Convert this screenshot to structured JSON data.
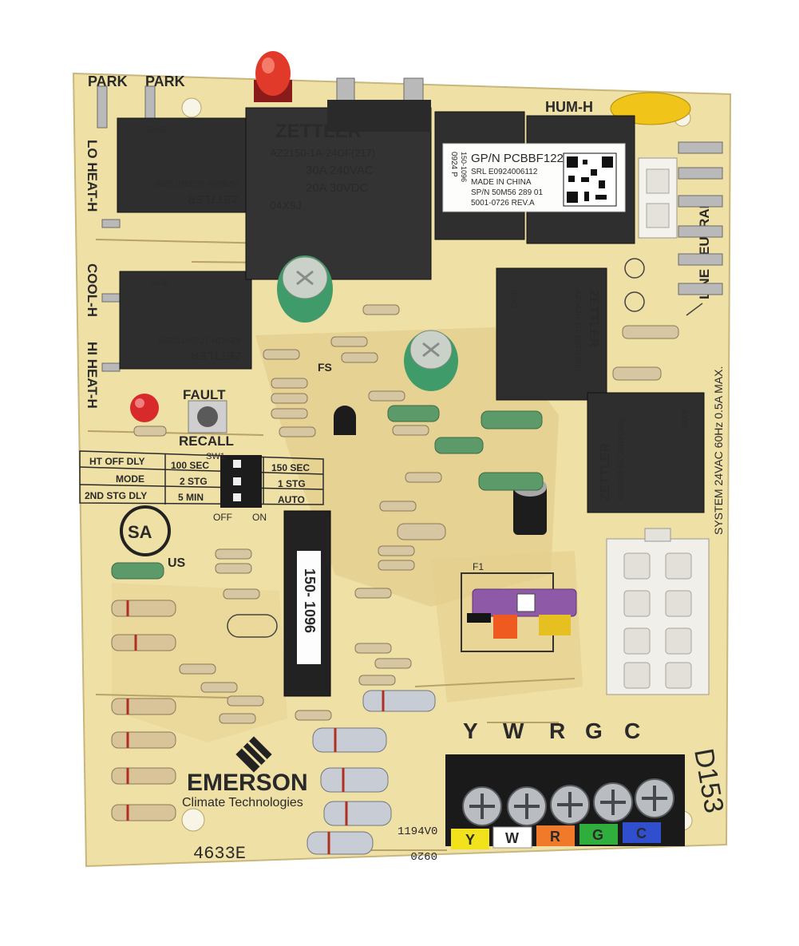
{
  "board": {
    "top_labels": [
      "PARK",
      "PARK",
      "HUM-H"
    ],
    "side_labels": [
      "LO HEAT-H",
      "COOL-H",
      "HI HEAT-H",
      "L'NE NEUTRAL"
    ],
    "system_note": "SYSTEM 24VAC 60Hz 0.5A MAX.",
    "fault_label": "FAULT",
    "recall_label": "RECALL",
    "fs_label": "FS",
    "csa_label": "US",
    "model_label": "4633E",
    "date_label": "1194V0",
    "date_label2": "0920",
    "handwritten": "D153"
  },
  "main_relay": {
    "brand": "ZETTLER",
    "model": "AZ2150-1A-24DF(217)",
    "rating1": "30A 240VAC",
    "rating2": "20A  30VDC",
    "code": "04X9J"
  },
  "small_relays": [
    {
      "brand": "ZETTLER",
      "model": "AZ942H-1C-24DT(205)",
      "text": "12A 277VAC 7A 125VAC 28VDC Res.Only CHINA",
      "code": "05X9"
    },
    {
      "brand": "ZETTLER",
      "model": "AZ942H-1C-24DT(205)",
      "text": "12A 277VAC 7A 125VAC 28VDC Res.Only CHINA",
      "code": "05X9"
    },
    {
      "brand": "ZETTLER",
      "model": "AZ942H-1C-180T(205)",
      "text": "7A 125VAC 277VAC 28VDC Res.Only CHINA",
      "code": "02X9"
    },
    {
      "brand": "ZETTLER",
      "model": "AZ942H-1C-24DT(205)",
      "text": "12A 125VAC 7A 277VAC 28VDC Res.Only CHINA",
      "code": "05X9"
    }
  ],
  "sticker": {
    "line1": "GP/N PCBBF122",
    "line2": "SRL   E0924006112",
    "line3": "MADE IN CHINA",
    "line4": "SP/N 50M56 289 01",
    "line5": "5001-0726 REV.A",
    "side1": "0924  P",
    "side2": "150-1096"
  },
  "chip_label": "150- 1096",
  "dip_table": {
    "rows": [
      {
        "name": "HT OFF DLY",
        "left": "100 SEC",
        "right": "150 SEC"
      },
      {
        "name": "MODE",
        "left": "2 STG",
        "right": "1 STG"
      },
      {
        "name": "2ND STG DLY",
        "left": "5 MIN",
        "right": "AUTO"
      }
    ],
    "off_label": "OFF",
    "on_label": "ON",
    "sw_label": "SW1"
  },
  "terminals": {
    "letters": [
      "Y",
      "W",
      "R",
      "G",
      "C"
    ],
    "colors": [
      "#f2e21b",
      "#ffffff",
      "#f07a2a",
      "#2fae3e",
      "#2f4fcf"
    ]
  },
  "logo": {
    "name": "EMERSON",
    "sub": "Climate Technologies"
  },
  "fuse_label": "F1"
}
